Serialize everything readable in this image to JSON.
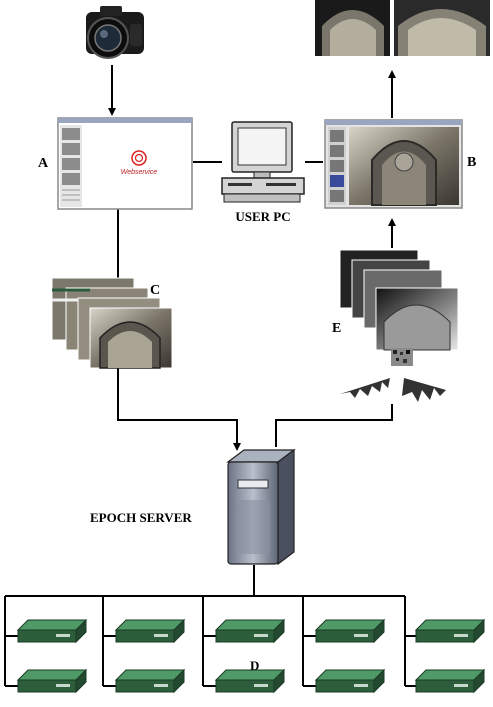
{
  "labels": {
    "a": "A",
    "b": "B",
    "c": "C",
    "d": "D",
    "e": "E",
    "user_pc": "USER PC",
    "epoch_server": "EPOCH SERVER",
    "webservice": "Webservice"
  },
  "colors": {
    "line": "#000000",
    "server_body": "#8e96a6",
    "server_dark": "#4a5060",
    "node_top": "#4f9a66",
    "node_side": "#2c5e3c",
    "pc_body": "#d4d4d4",
    "screen_frame": "#c8c8c8"
  },
  "icons": {
    "camera": "camera-icon",
    "user_pc": "desktop-pc-icon",
    "server": "server-tower-icon",
    "node": "cluster-node-icon"
  }
}
